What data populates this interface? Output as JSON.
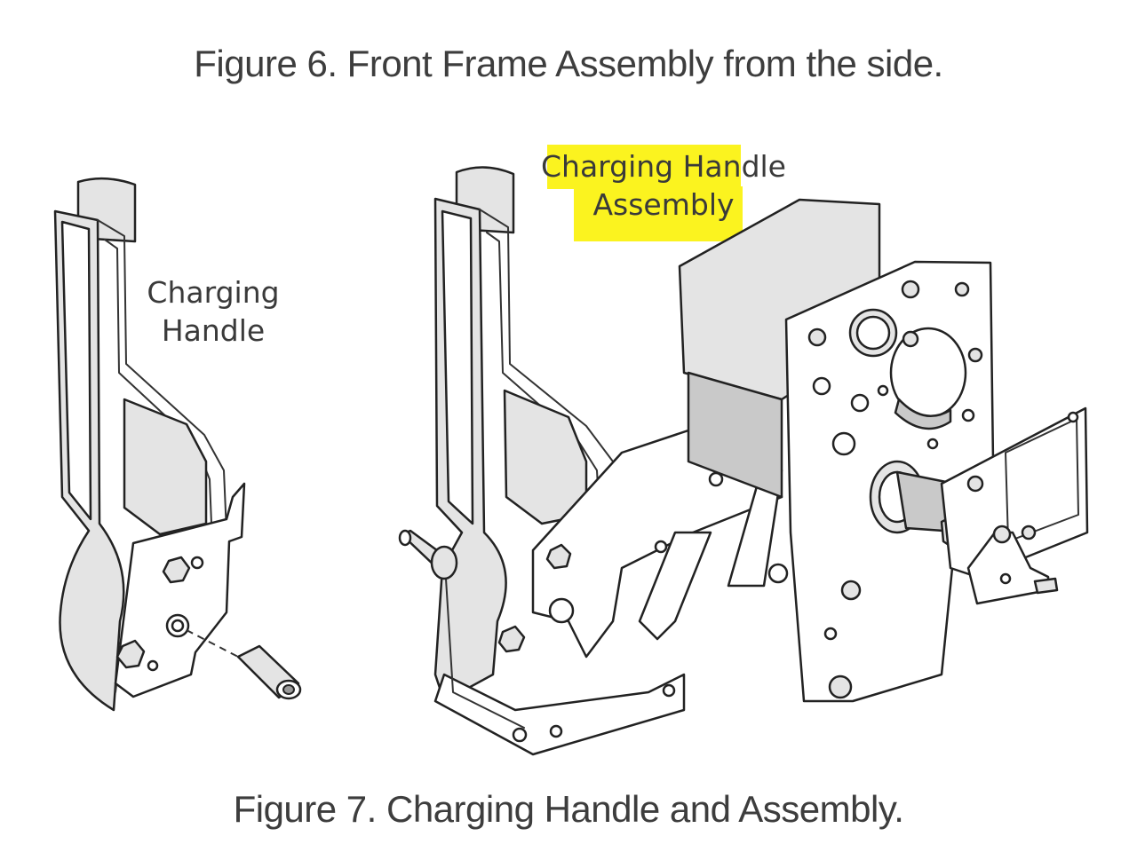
{
  "figure6": {
    "caption": "Figure 6. Front Frame Assembly from the side."
  },
  "figure7": {
    "caption": "Figure 7. Charging Handle and Assembly.",
    "label_handle": [
      "Charging",
      "Handle"
    ],
    "label_assembly": [
      "Charging Handle",
      "Assembly"
    ],
    "highlight_color": "#fbf31f"
  }
}
